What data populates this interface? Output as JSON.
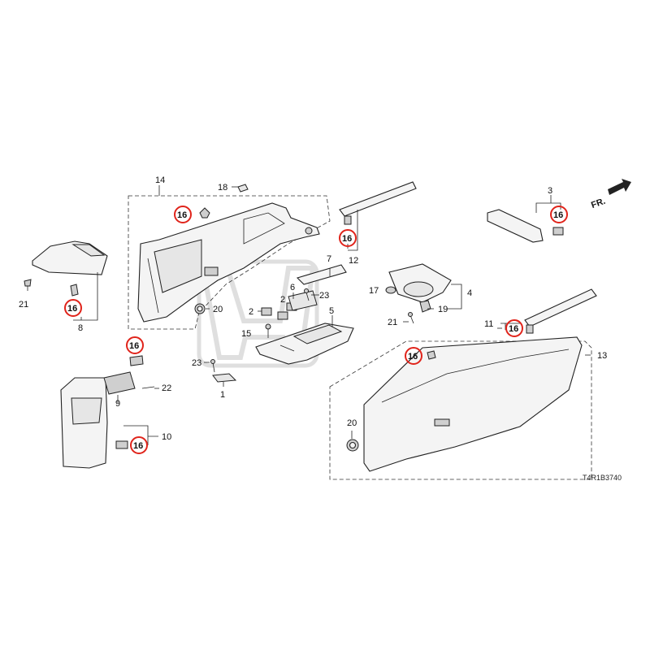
{
  "diagram": {
    "code": "T4R1B3740",
    "direction_label": "FR.",
    "highlight_color": "#e0241b",
    "line_color": "#222222",
    "watermark": "HONDA"
  },
  "callouts": [
    {
      "id": "c1",
      "text": "1"
    },
    {
      "id": "c2a",
      "text": "2"
    },
    {
      "id": "c2b",
      "text": "2"
    },
    {
      "id": "c3",
      "text": "3"
    },
    {
      "id": "c4",
      "text": "4"
    },
    {
      "id": "c5",
      "text": "5"
    },
    {
      "id": "c6",
      "text": "6"
    },
    {
      "id": "c7",
      "text": "7"
    },
    {
      "id": "c8",
      "text": "8"
    },
    {
      "id": "c9",
      "text": "9"
    },
    {
      "id": "c10",
      "text": "10"
    },
    {
      "id": "c11",
      "text": "11"
    },
    {
      "id": "c12",
      "text": "12"
    },
    {
      "id": "c13",
      "text": "13"
    },
    {
      "id": "c14",
      "text": "14"
    },
    {
      "id": "c15",
      "text": "15"
    },
    {
      "id": "c17",
      "text": "17"
    },
    {
      "id": "c18",
      "text": "18"
    },
    {
      "id": "c19",
      "text": "19"
    },
    {
      "id": "c20a",
      "text": "20"
    },
    {
      "id": "c20b",
      "text": "20"
    },
    {
      "id": "c21a",
      "text": "21"
    },
    {
      "id": "c21b",
      "text": "21"
    },
    {
      "id": "c22",
      "text": "22"
    },
    {
      "id": "c23a",
      "text": "23"
    },
    {
      "id": "c23b",
      "text": "23"
    }
  ],
  "highlighted": [
    {
      "id": "h1",
      "text": "16"
    },
    {
      "id": "h2",
      "text": "16"
    },
    {
      "id": "h3",
      "text": "16"
    },
    {
      "id": "h4",
      "text": "16"
    },
    {
      "id": "h5",
      "text": "16"
    },
    {
      "id": "h6",
      "text": "16"
    },
    {
      "id": "h7",
      "text": "16"
    },
    {
      "id": "h8",
      "text": "16"
    }
  ]
}
